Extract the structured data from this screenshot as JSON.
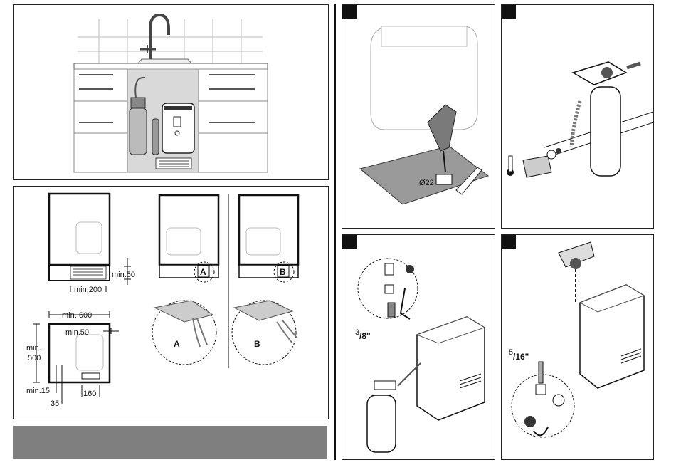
{
  "dimensions": {
    "min50_vent": "min.50",
    "min200": "min.200",
    "min600": "min. 600",
    "min50_side": "min.50",
    "min500_a": "min.",
    "min500_b": "500",
    "min15": "min.15",
    "d160": "160",
    "d35": "35"
  },
  "variants": {
    "a_tag": "A",
    "b_tag": "B",
    "a_detail": "A",
    "b_detail": "B"
  },
  "step_drill": {
    "hole_diameter": "Ø22"
  },
  "step_hose_38": {
    "size_num": "3",
    "size_den": "/8\""
  },
  "step_hose_516": {
    "size_num": "5",
    "size_den": "/16\""
  },
  "colors": {
    "step_badge": "#111111",
    "footer_bar": "#7f7f7f",
    "cabinet_highlight": "#d9d9d9"
  }
}
